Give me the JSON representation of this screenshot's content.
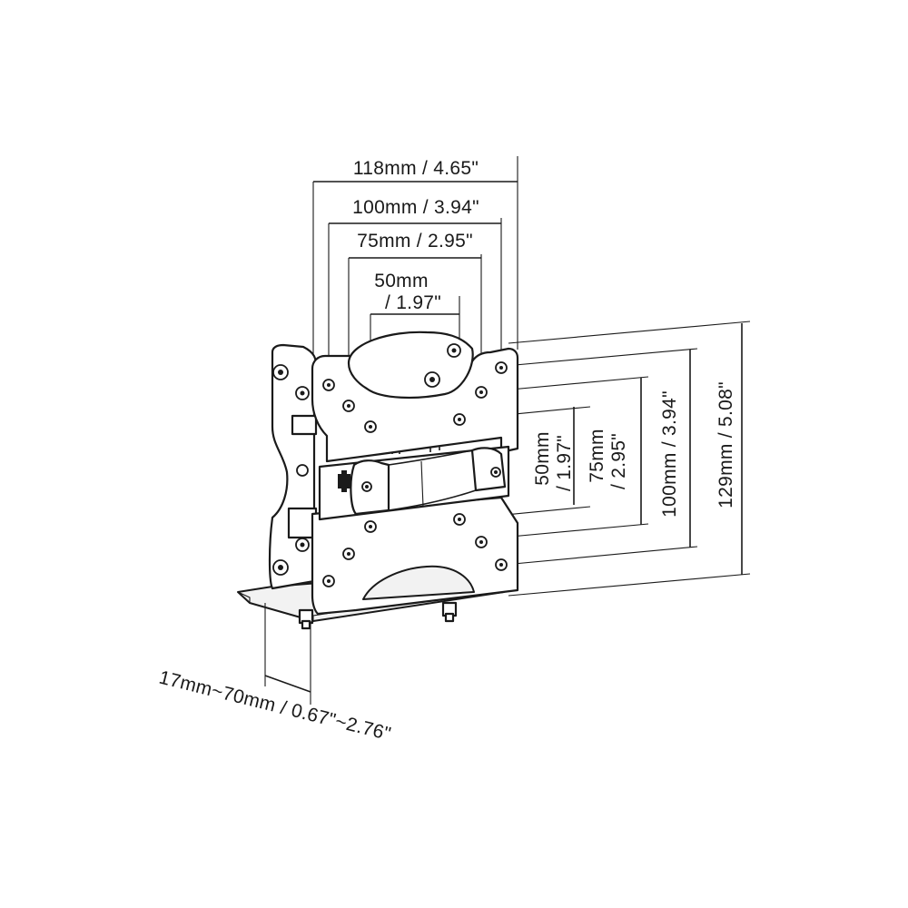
{
  "figure": {
    "subject": "monitor-mount-bracket",
    "colors": {
      "line": "#1a1a1a",
      "background": "#ffffff",
      "fill_light": "#f2f2f2"
    }
  },
  "dimensions": {
    "horizontal": [
      {
        "id": "w118",
        "label": "118mm / 4.65\""
      },
      {
        "id": "w100",
        "label": "100mm / 3.94\""
      },
      {
        "id": "w75",
        "label": "75mm / 2.95\""
      },
      {
        "id": "w50",
        "label_line1": "50mm",
        "label_line2": "/ 1.97\""
      }
    ],
    "vertical": [
      {
        "id": "h50",
        "label_line1": "50mm",
        "label_line2": "/ 1.97\""
      },
      {
        "id": "h75",
        "label_line1": "75mm",
        "label_line2": "/ 2.95\""
      },
      {
        "id": "h100",
        "label": "100mm / 3.94\""
      },
      {
        "id": "h129",
        "label": "129mm / 5.08\""
      }
    ],
    "clamp": {
      "label": "17mm~70mm / 0.67\"~2.76\""
    }
  }
}
